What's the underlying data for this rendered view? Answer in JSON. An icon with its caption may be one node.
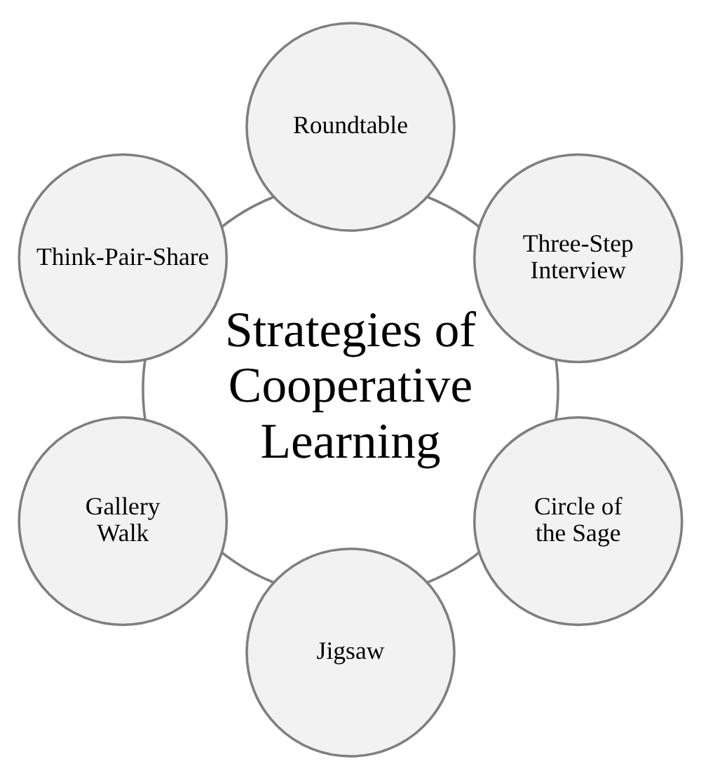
{
  "diagram": {
    "nodes": [
      {
        "text": [
          "Strategies of Cooperative Learning"
        ]
      },
      {
        "text": [
          "Three-Step Interview"
        ]
      },
      {
        "text": [
          "Roundtable"
        ]
      },
      {
        "text": [
          "Think-Pair-Share"
        ]
      },
      {
        "text": [
          "Gallery Walk"
        ]
      },
      {
        "text": [
          "Jigsaw"
        ]
      },
      {
        "text": [
          "Circle of the Sage"
        ]
      }
    ]
  }
}
